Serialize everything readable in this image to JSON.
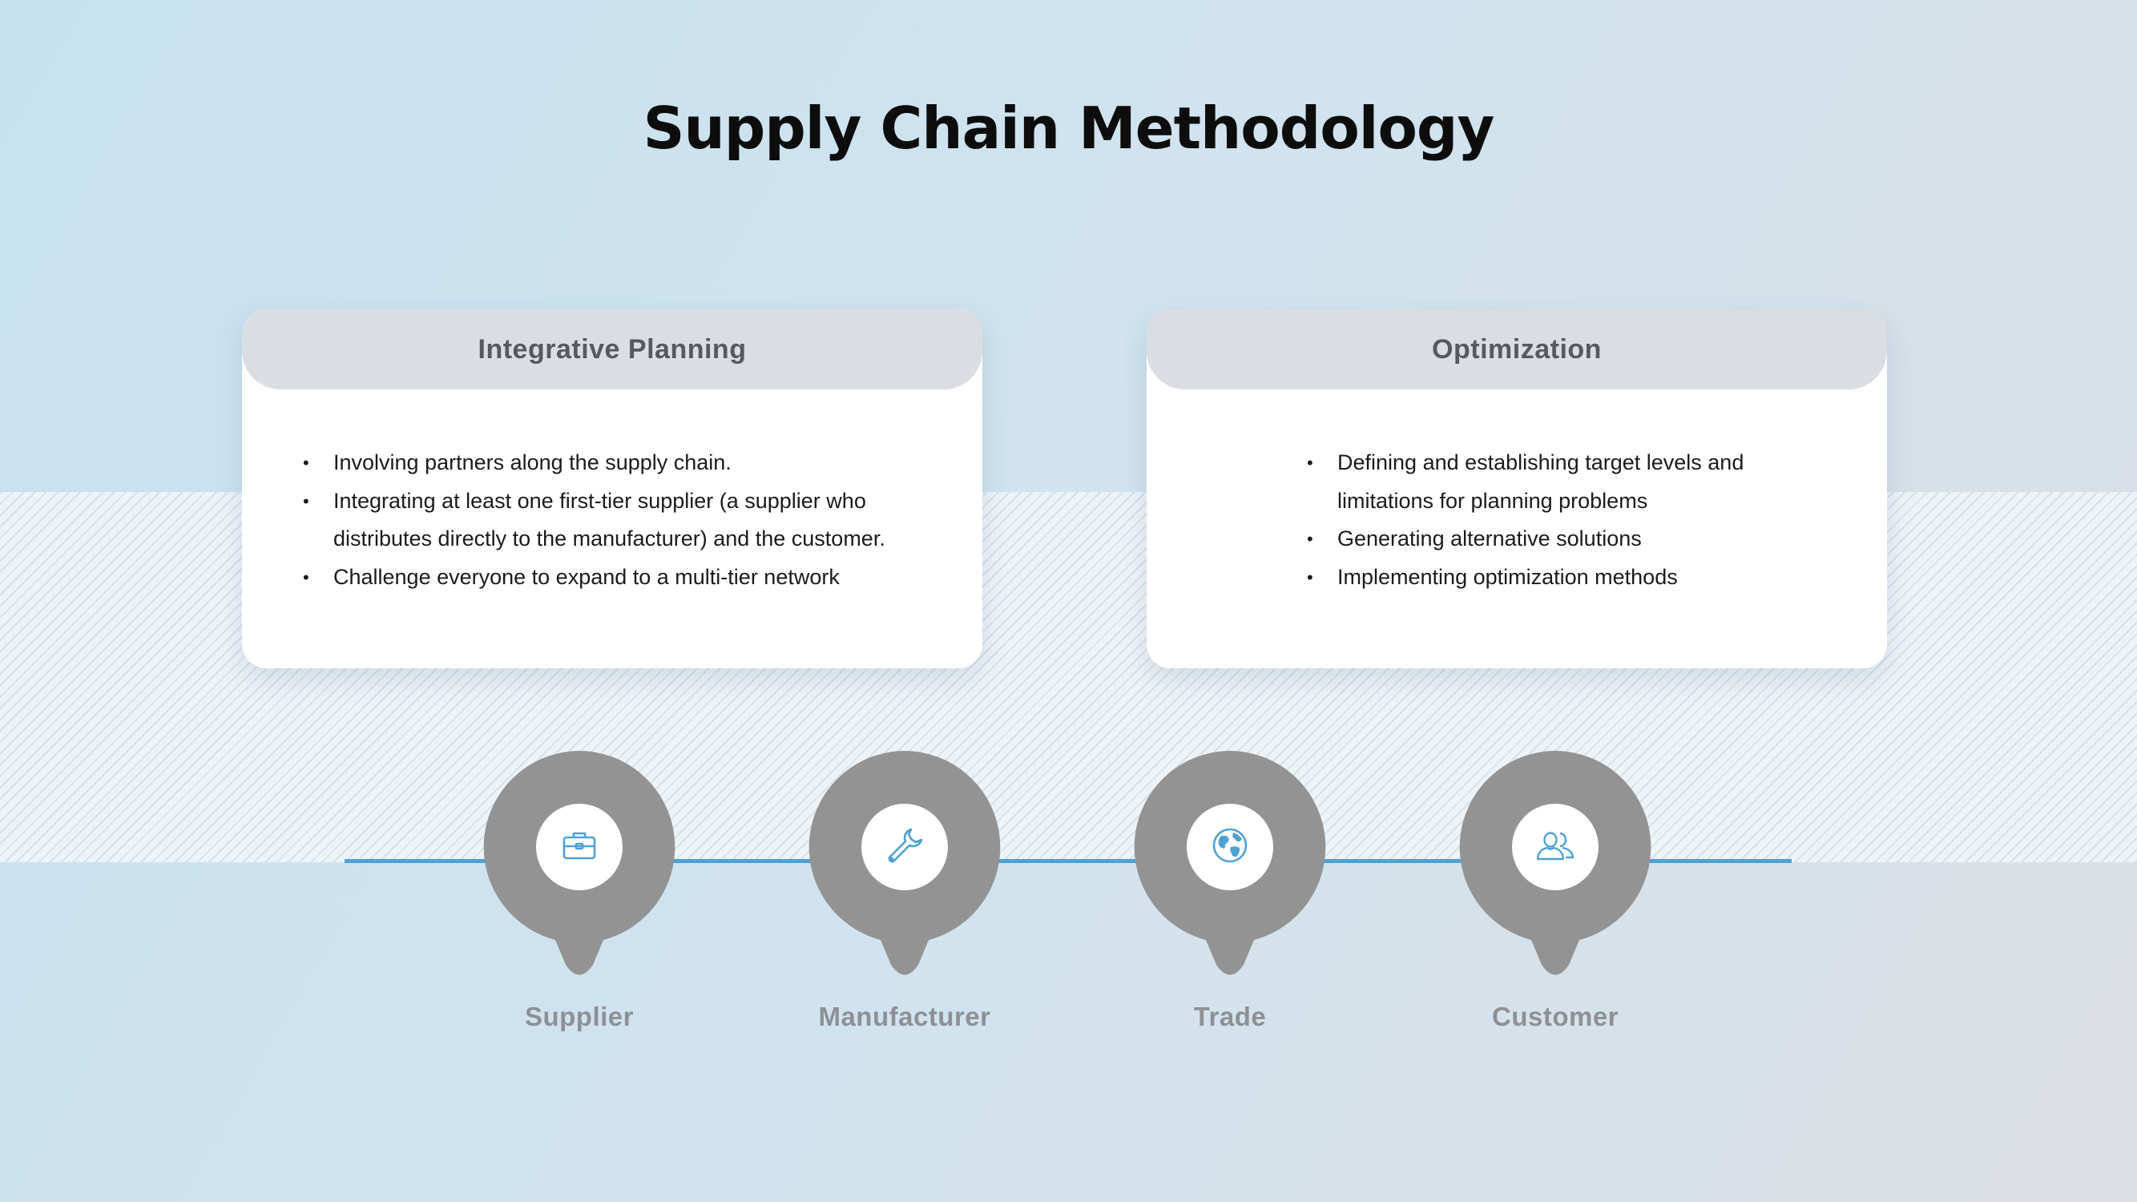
{
  "title": "Supply Chain Methodology",
  "cards": [
    {
      "heading": "Integrative Planning",
      "bullets": [
        "Involving partners along the supply chain.",
        "Integrating at least one first-tier supplier (a supplier who distributes directly to the manufacturer) and the customer.",
        "Challenge everyone to expand to a multi-tier network"
      ]
    },
    {
      "heading": "Optimization",
      "bullets": [
        "Defining and establishing target levels and limitations for planning problems",
        "Generating alternative solutions",
        "Implementing optimization methods"
      ]
    }
  ],
  "stages": [
    {
      "label": "Supplier",
      "icon": "briefcase-icon"
    },
    {
      "label": "Manufacturer",
      "icon": "wrench-icon"
    },
    {
      "label": "Trade",
      "icon": "globe-icon"
    },
    {
      "label": "Customer",
      "icon": "users-icon"
    }
  ],
  "colors": {
    "accent": "#4ea1d3",
    "pin": "#939393",
    "header": "#dadee3"
  }
}
